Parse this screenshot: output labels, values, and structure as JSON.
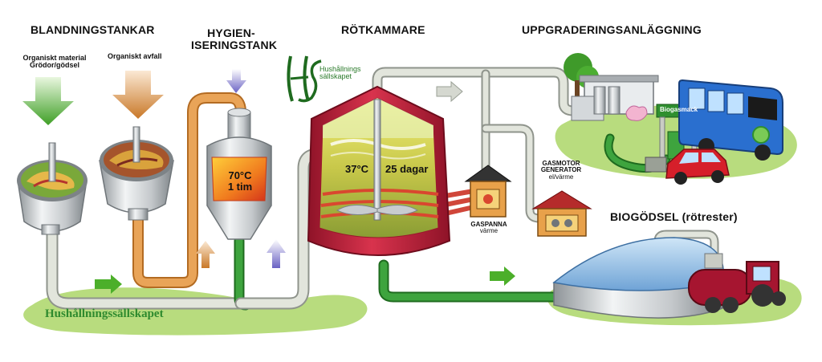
{
  "headers": {
    "mixing_tanks": "BLANDNINGSTANKAR",
    "hygienization": "HYGIEN-\nISERINGSTANK",
    "digester": "RÖTKAMMARE",
    "upgrading": "UPPGRADERINGSANLÄGGNING",
    "digestate": "BIOGÖDSEL (rötrester)"
  },
  "inputs": {
    "organic_material_line1": "Organiskt material",
    "organic_material_line2": "Grödor/gödsel",
    "organic_waste": "Organiskt avfall"
  },
  "hygienization": {
    "temp": "70°C",
    "time": "1 tim"
  },
  "digester": {
    "temp": "37°C",
    "days": "25 dagar"
  },
  "boiler": {
    "name": "GASPANNA",
    "use": "värme"
  },
  "engine": {
    "line1": "GASMOTOR",
    "line2": "GENERATOR",
    "use": "el/värme"
  },
  "station_sign": "Biogasmack",
  "logo": {
    "line1": "Hushållnings",
    "line2": "sällskapet",
    "monogram": "HS"
  },
  "footer_brand": "Hushållningssällskapet",
  "colors": {
    "green_arrow": "#4caf2a",
    "orange_arrow": "#d98a2f",
    "digester_red": "#c2213a",
    "pipe_gray": "#c9ccc4",
    "pipe_green": "#2f8f2f",
    "pipe_orange": "#d88b3c",
    "ground_green": "#b8dc7e",
    "bus_blue": "#2a6fcf",
    "car_red": "#d61f2a"
  }
}
